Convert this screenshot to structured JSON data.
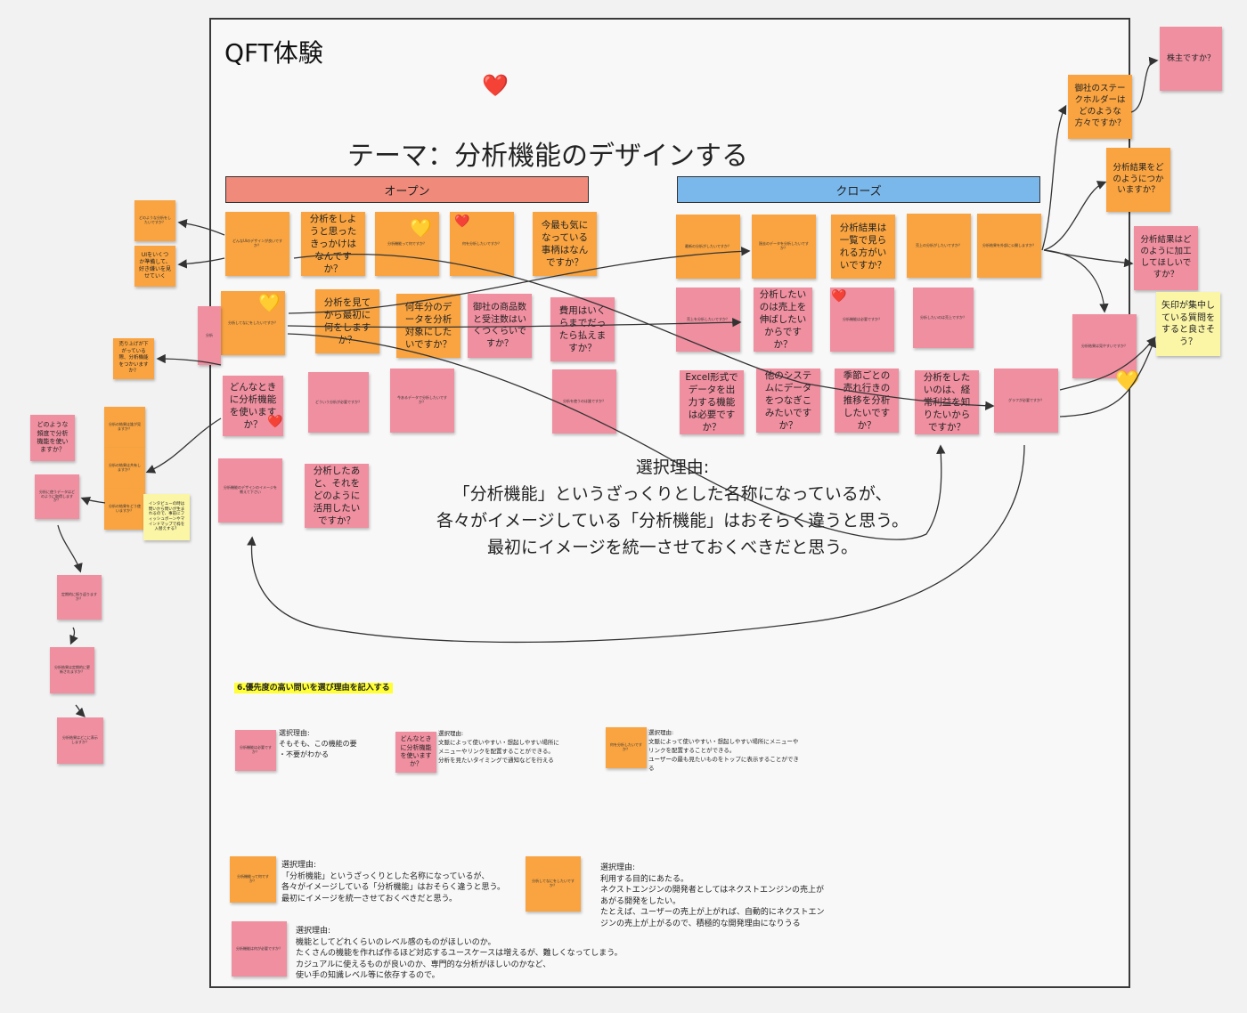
{
  "board": {
    "title": "QFT体験",
    "theme": "テーマ：分析機能のデザインする",
    "open_label": "オープン",
    "close_label": "クローズ",
    "heart": "❤️",
    "yellow_heart": "💛",
    "reason": "選択理由:\n「分析機能」というざっくりとした名称になっているが、\n各々がイメージしている「分析機能」はおそらく違うと思う。\n最初にイメージを統一させておくべきだと思う。",
    "priority_heading": "6.優先度の高い問いを選び理由を記入する"
  },
  "colors": {
    "orange": "#f9a441",
    "pink": "#ef8fa0",
    "yellow": "#fbf5a6",
    "open_bar": "#f08a7a",
    "close_bar": "#7ab8ec"
  },
  "notes": {
    "open_row1": [
      "どんなUIのデザインが良いですか？",
      "分析をしようと思ったきっかけはなんですか？",
      "分析機能って何ですか？",
      "何を分析したいですか？",
      "今最も気になっている事柄はなんですか？"
    ],
    "open_row2": [
      "分析してなにをしたいですか？",
      "分析を見てから最初に何をしますか？",
      "何年分のデータを分析対象にしたいですか？",
      "御社の商品数と受注数はいくつくらいですか？",
      "費用はいくらまでだったら払えますか？"
    ],
    "open_row3": [
      "どんなときに分析機能を使いますか？",
      "どういう分析が必要ですか？",
      "今あるデータで分析したいですか？",
      "分析を使うのは誰ですか？"
    ],
    "open_row4": [
      "分析機能のデザインのイメージを教えて下さい",
      "分析したあと、それをどのように活用したいですか？"
    ],
    "close_row1": [
      "最新の分析がしたいですか？",
      "過去のデータを分析したいですか？",
      "分析結果は一覧で見られる方がいいですか？",
      "売上の分析がしたいですか？",
      "分析結果を外部に公開しますか？"
    ],
    "close_row2": [
      "売上を分析したいですか？",
      "分析したいのは売上を伸ばしたいからですか？",
      "分析機能は必要ですか？",
      "分析したいのは売上ですか？"
    ],
    "close_row3": [
      "Excel形式でデータを出力する機能は必要ですか？",
      "他のシステムにデータをつなぎこみたいですか？",
      "季節ごとの売れ行きの推移を分析したいですか？",
      "分析をしたいのは、経常利益を知りたいからですか？",
      "グラフが必要ですか？"
    ],
    "left_column": [
      "どのような分析をしたいですか？",
      "UIをいくつか準備して、好き嫌いを見せていく",
      "売り上げが下がっている際、分析機能をつかいますか？",
      "どのような頻度で分析機能を使いますか？",
      "分析に使うデータはどのように取得しますか？",
      "分析の結果は誰が見ますか？",
      "分析の結果は共有しますか？",
      "分析の結果をどう使いますか？",
      "インタビューの時は問いから問いが生まれるので、事前にフィッシュボーンやマインドマップで枠を入替えする？",
      "定期的に振り返りますか？",
      "分析結果は定期的に更新されますか？",
      "分析結果はどこに表示しますか？",
      "分析"
    ],
    "right_column": [
      "御社のステークホルダーはどのような方々ですか？",
      "株主ですか？",
      "分析結果をどのようにつかいますか？",
      "分析結果はどのように加工してほしいですか？",
      "分析結果は見やすいですか？",
      "矢印が集中している質問をすると良さそう？"
    ]
  },
  "priority": [
    {
      "note": "分析機能は必要ですか？",
      "text": "選択理由:\nそもそも、この機能の要\n・不要がわかる"
    },
    {
      "note": "どんなときに分析機能を使いますか？",
      "text": "選択理由:\n文脈によって使いやすい・想起しやすい場所に\nメニューやリンクを配置することができる。\n分析を見たいタイミングで通知などを行える"
    },
    {
      "note": "何を分析したいですか？",
      "text": "選択理由:\n文脈によって使いやすい・想起しやすい場所にメニューや\nリンクを配置することができる。\nユーザーの最も見たいものをトップに表示することができ\nる"
    }
  ],
  "bottom": [
    {
      "note": "分析機能って何ですか？",
      "text": "選択理由:\n「分析機能」というざっくりとした名称になっているが、\n各々がイメージしている「分析機能」はおそらく違うと思う。\n最初にイメージを統一させておくべきだと思う。"
    },
    {
      "note": "分析してなにをしたいですか？",
      "text": "選択理由:\n利用する目的にあたる。\nネクストエンジンの開発者としてはネクストエンジンの売上が\nあがる開発をしたい。\nたとえば、ユーザーの売上が上がれば、自動的にネクストエン\nジンの売上が上がるので、積極的な開発理由になりうる"
    },
    {
      "note": "分析機能は何が必要ですか？",
      "text": "選択理由:\n機能としてどれくらいのレベル感のものがほしいのか。\nたくさんの機能を作れば作るほど対応するユースケースは増えるが、難しくなってしまう。\nカジュアルに使えるものが良いのか、専門的な分析がほしいのかなど、\n使い手の知識レベル等に依存するので。"
    }
  ]
}
